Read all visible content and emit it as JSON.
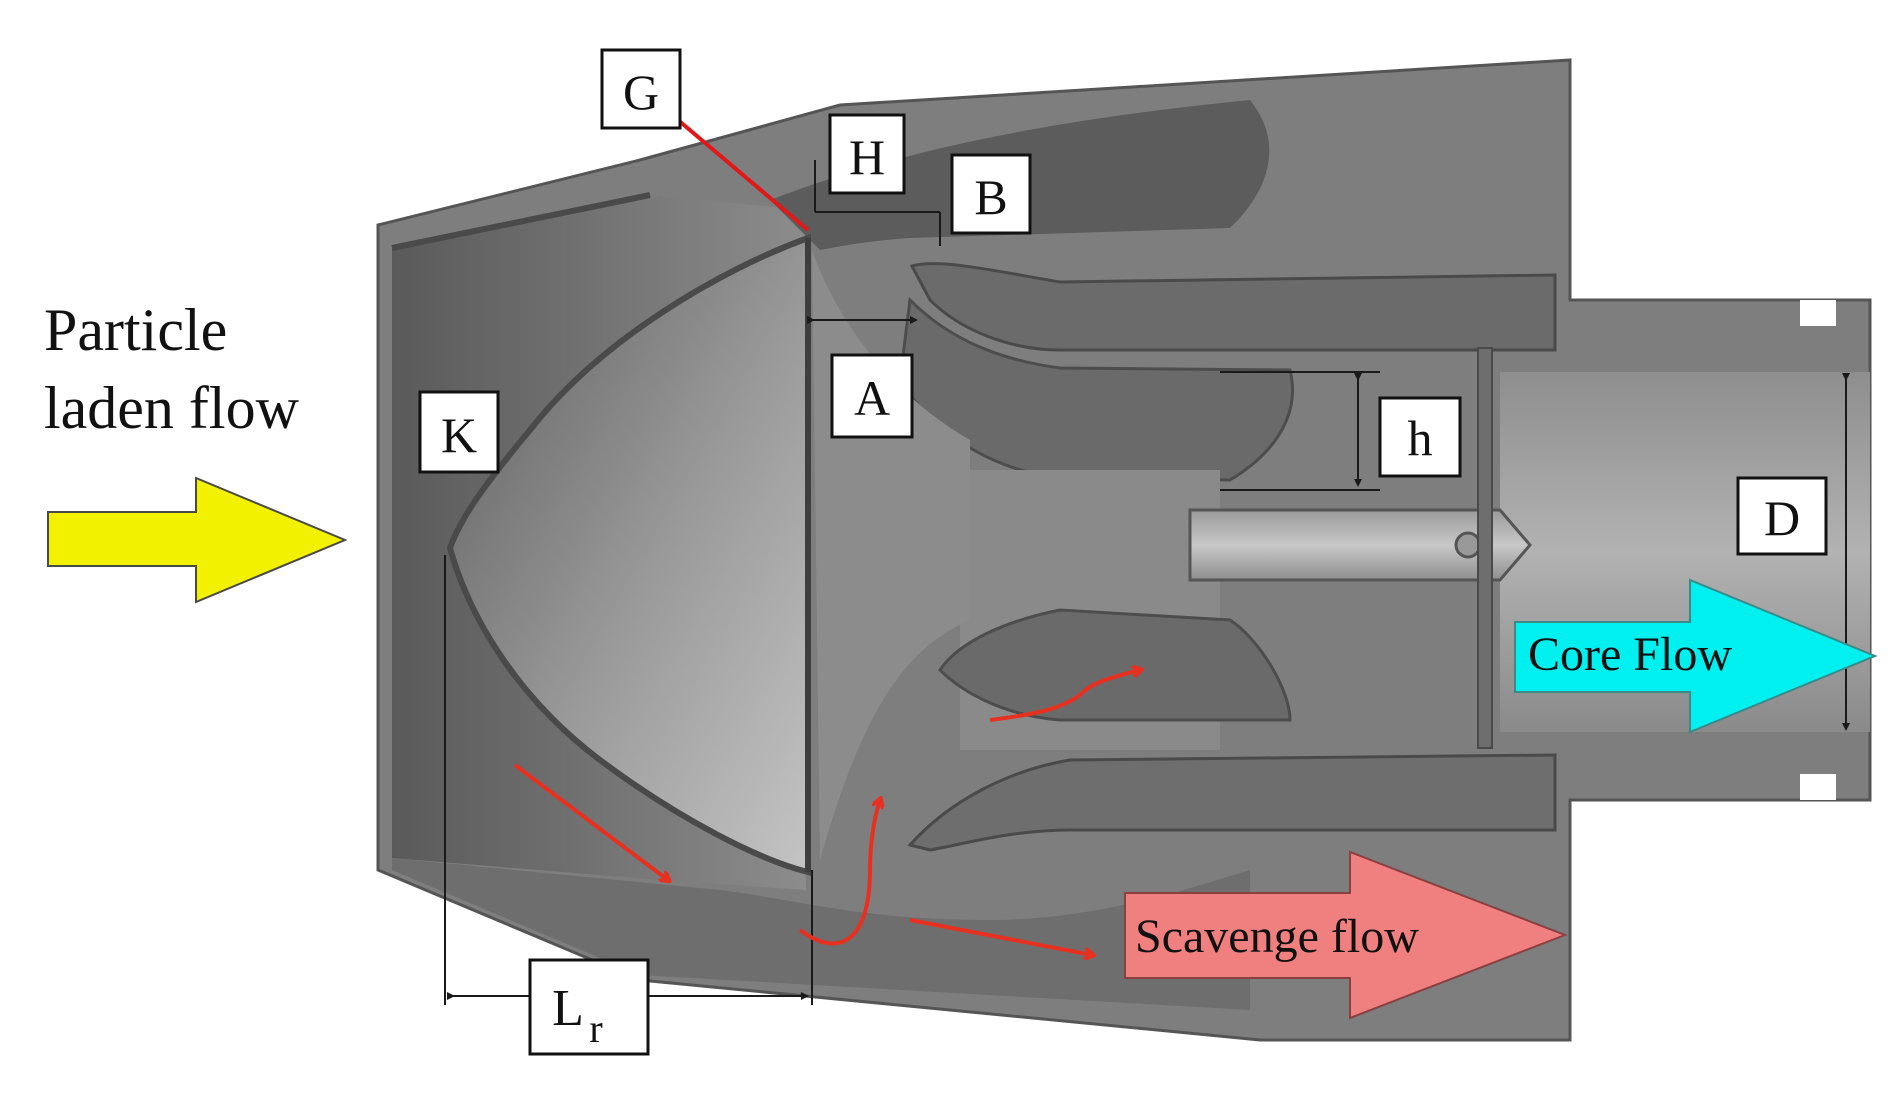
{
  "inlet": {
    "line1": "Particle",
    "line2": "laden flow"
  },
  "labels": {
    "G": "G",
    "H": "H",
    "B": "B",
    "A": "A",
    "K": "K",
    "h": "h",
    "D": "D",
    "L_main": "L",
    "L_sub": "r"
  },
  "arrows": {
    "core": "Core Flow",
    "scavenge": "Scavenge flow"
  },
  "colors": {
    "inlet_arrow": "#f2f200",
    "core_arrow": "#00f0f0",
    "scavenge_arrow": "#f08080",
    "flow_lines": "#e83020",
    "leader_G": "#e01818",
    "body": "#7c7c7c",
    "body_dark": "#5e5e5e"
  }
}
